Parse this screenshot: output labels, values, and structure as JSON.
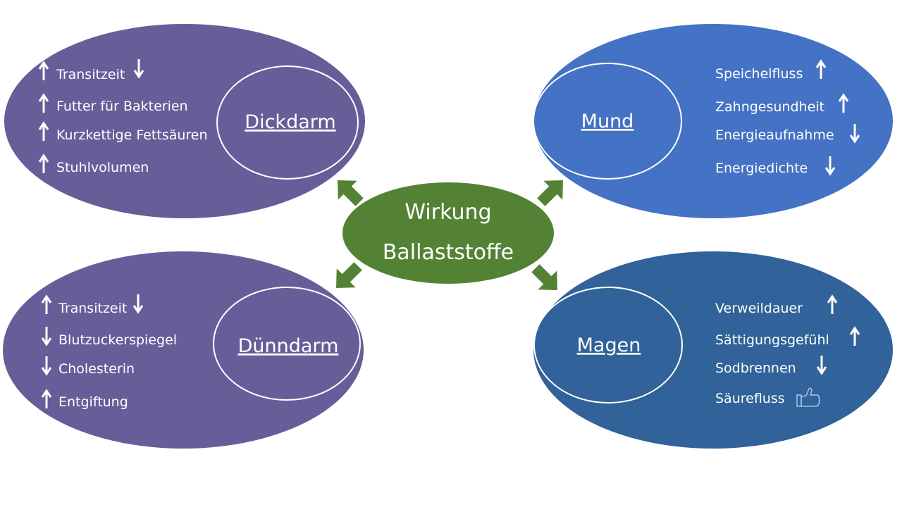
{
  "center": {
    "line1": "Wirkung",
    "line2": "Ballaststoffe"
  },
  "colors": {
    "purple": "#665e99",
    "blue_light": "#4472c4",
    "blue_dark": "#316299",
    "green": "#548235",
    "text": "#ffffff"
  },
  "dickdarm": {
    "title": "Dickdarm",
    "items": [
      {
        "text": "Transitzeit",
        "before": "up",
        "after": "down"
      },
      {
        "text": "Futter für Bakterien",
        "before": "up"
      },
      {
        "text": "Kurzkettige Fettsäuren",
        "before": "up"
      },
      {
        "text": "Stuhlvolumen",
        "before": "up"
      }
    ]
  },
  "duenndarm": {
    "title": "Dünndarm",
    "items": [
      {
        "text": "Transitzeit",
        "before": "up",
        "after": "down"
      },
      {
        "text": "Blutzuckerspiegel",
        "before": "down"
      },
      {
        "text": "Cholesterin",
        "before": "down"
      },
      {
        "text": "Entgiftung",
        "before": "up"
      }
    ]
  },
  "mund": {
    "title": "Mund",
    "items": [
      {
        "text": "Speichelfluss",
        "after": "up"
      },
      {
        "text": "Zahngesundheit",
        "after": "up"
      },
      {
        "text": "Energieaufnahme",
        "after": "down"
      },
      {
        "text": "Energiedichte",
        "after": "down"
      }
    ]
  },
  "magen": {
    "title": "Magen",
    "items": [
      {
        "text": "Verweildauer",
        "after": "up"
      },
      {
        "text": "Sättigungsgefühl",
        "after": "up"
      },
      {
        "text": "Sodbrennen",
        "after": "down"
      },
      {
        "text": "Säurefluss",
        "after": "thumbs-up-icon"
      }
    ]
  }
}
